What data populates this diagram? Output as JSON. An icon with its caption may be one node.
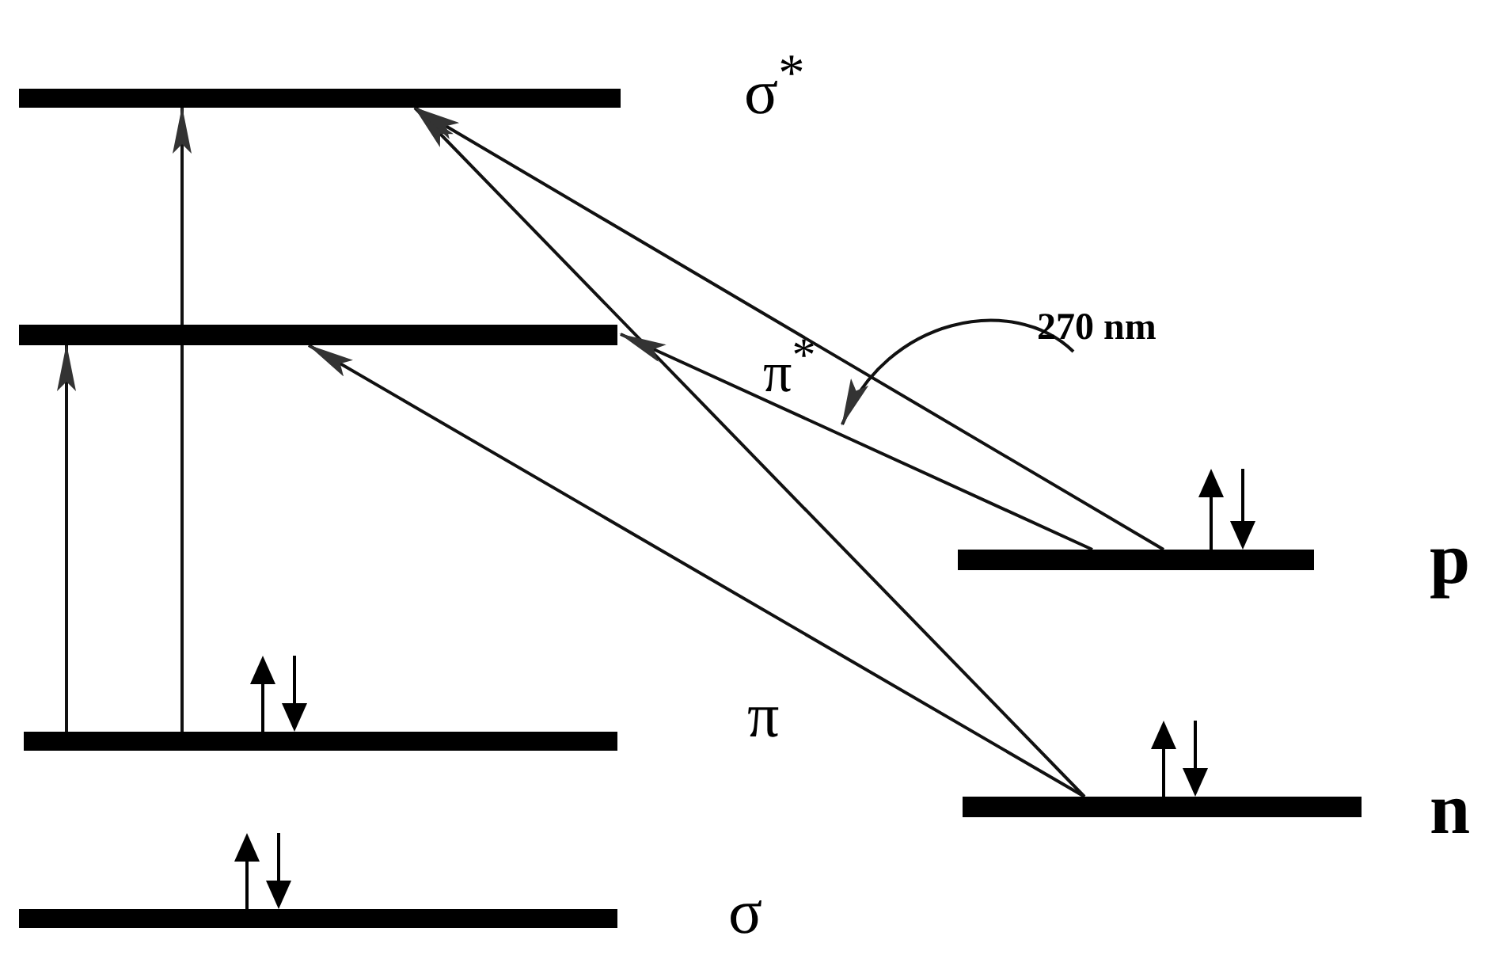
{
  "diagram": {
    "nodes": [
      {
        "text": [],
        "shape": "bar",
        "beside": [
          "σ$^{*}$"
        ]
      },
      {
        "text": [],
        "shape": "bar",
        "beside": [
          "π$^{*}$"
        ]
      },
      {
        "text": [],
        "shape": "bar",
        "beside": [
          "π"
        ]
      },
      {
        "text": [],
        "shape": "bar",
        "beside": [
          "σ"
        ]
      },
      {
        "text": [],
        "shape": "bar",
        "beside": [
          "p"
        ]
      },
      {
        "text": [],
        "shape": "bar",
        "beside": [
          "n"
        ]
      },
      {
        "text": [
          "270 nm"
        ]
      }
    ],
    "edges": [
      {
        "from": 2,
        "to": 1,
        "arrow": "to"
      },
      {
        "from": 2,
        "to": 0,
        "arrow": "to"
      },
      {
        "from": 5,
        "to": 1,
        "arrow": "to"
      },
      {
        "from": 5,
        "to": 0,
        "arrow": "to"
      },
      {
        "from": 4,
        "to": 1,
        "arrow": "to"
      },
      {
        "from": 4,
        "to": 0,
        "arrow": "to"
      },
      {
        "from": 6,
        "to": 1,
        "arrow": "to"
      }
    ]
  }
}
